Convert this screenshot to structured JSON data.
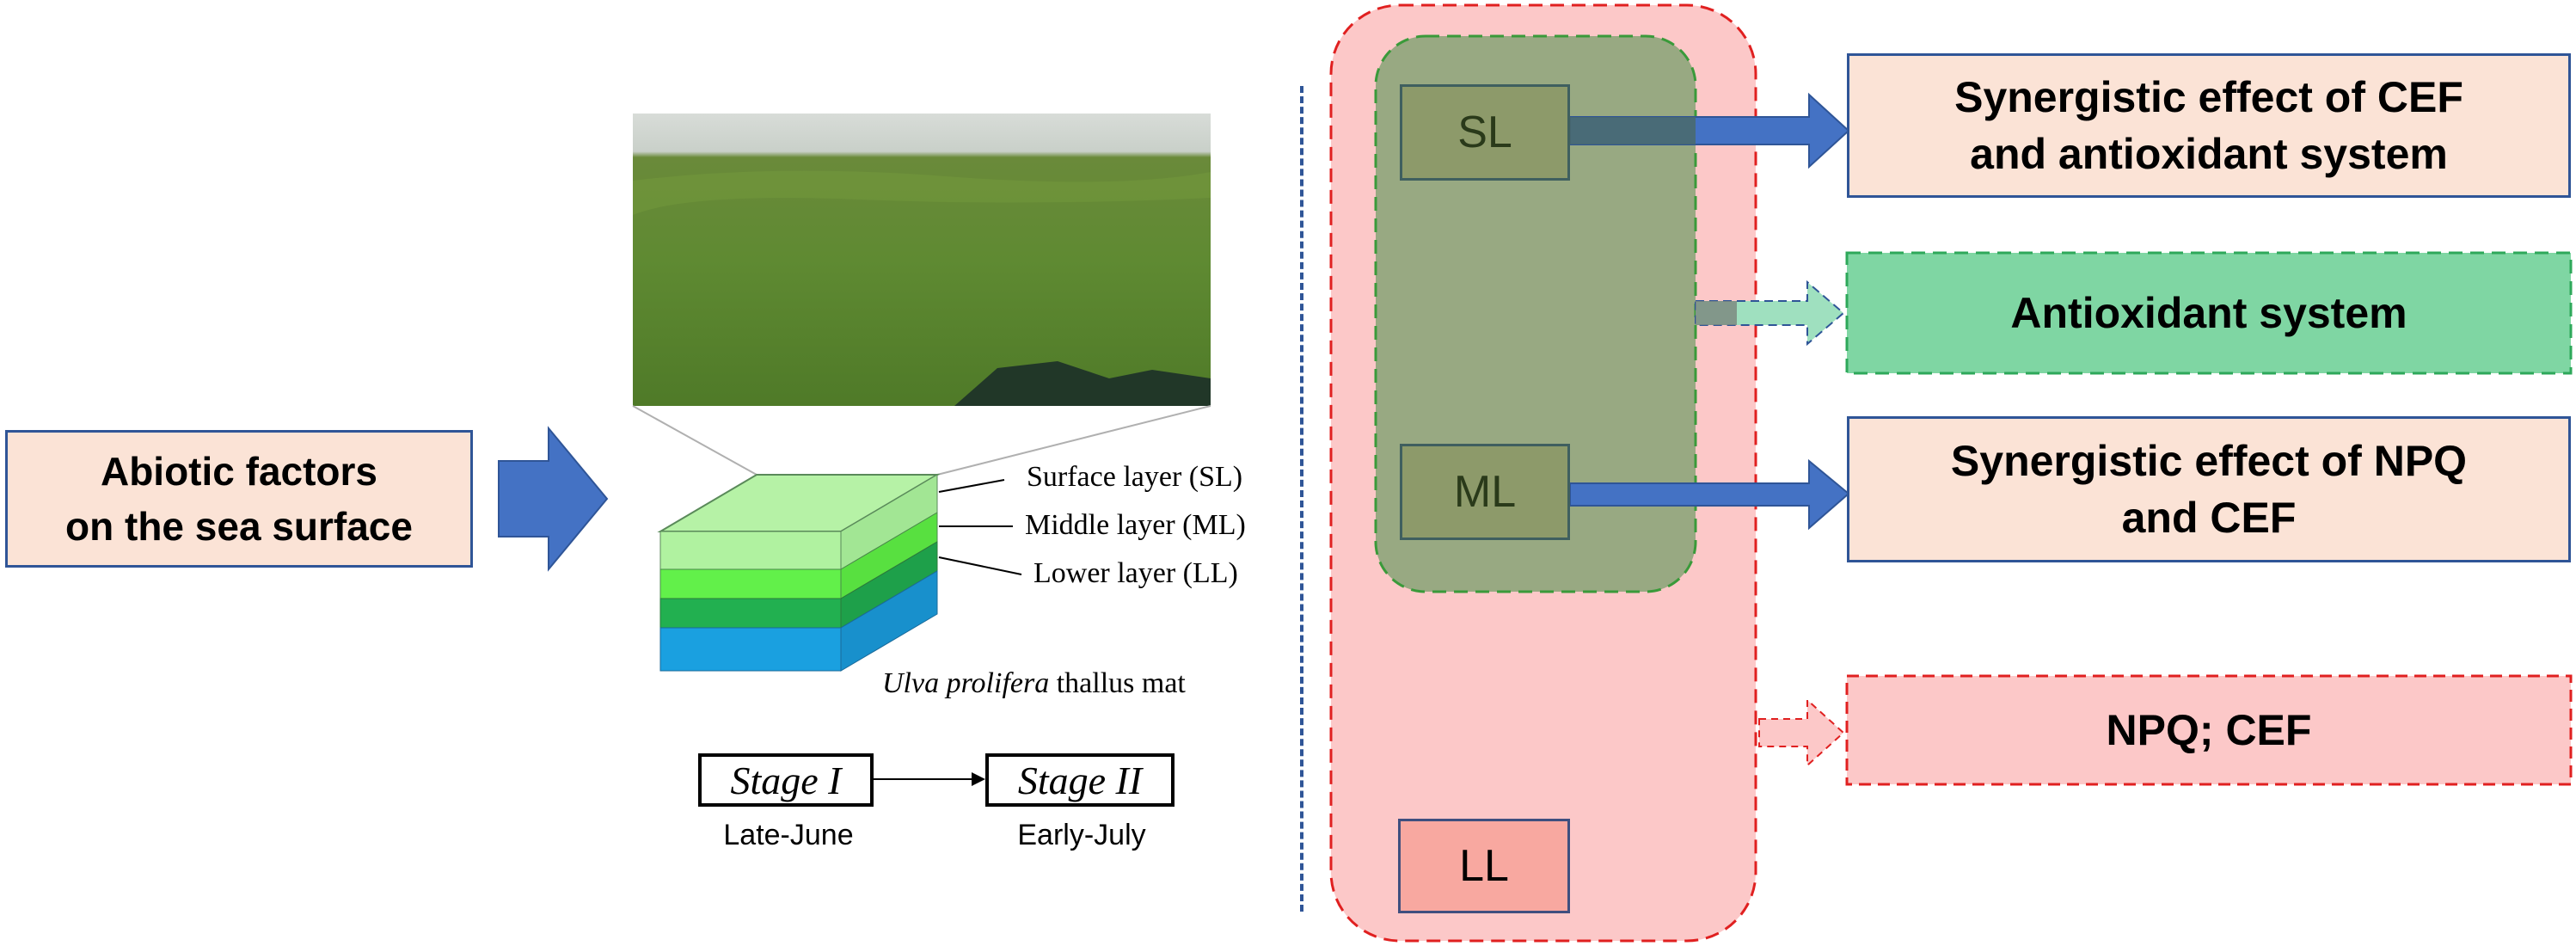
{
  "input": {
    "label_line1": "Abiotic factors",
    "label_line2": "on the sea surface"
  },
  "mat": {
    "layer_labels": [
      "Surface layer (SL)",
      "Middle layer (ML)",
      "Lower layer (LL)"
    ],
    "caption_italic": "Ulva prolifera",
    "caption_rest": "thallus mat"
  },
  "stages": {
    "stage1": "Stage I",
    "stage2": "Stage II",
    "stage1_date": "Late-June",
    "stage2_date": "Early-July"
  },
  "layers": {
    "sl": "SL",
    "ml": "ML",
    "ll": "LL"
  },
  "outcomes": {
    "sl_line1": "Synergistic effect of CEF",
    "sl_line2": "and antioxidant system",
    "antioxidant": "Antioxidant system",
    "ml_line1": "Synergistic effect of NPQ",
    "ml_line2": "and CEF",
    "ll": "NPQ; CEF"
  },
  "colors": {
    "peach": "#fbe3d6",
    "blue_arrow": "#4472c4",
    "outer_red_bg": "#fcc8c8",
    "outer_red_border": "#e02020",
    "inner_green_bg": "#98a982",
    "inner_green_border": "#3a9a3a",
    "antioxidant_bg": "#7fd6a3"
  }
}
